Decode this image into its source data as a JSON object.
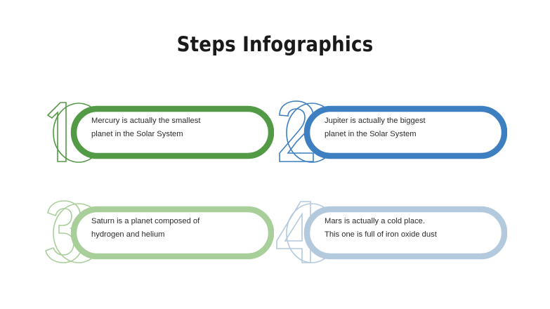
{
  "slide": {
    "title": "Steps Infographics",
    "background_color": "#ffffff",
    "text_color": "#2b2b2b"
  },
  "steps": [
    {
      "number": "1",
      "numeral_glyph": "1",
      "color": "#529a45",
      "line1": "Mercury is actually the smallest",
      "line2": "planet in the Solar System",
      "position": "top-left"
    },
    {
      "number": "2",
      "numeral_glyph": "2",
      "color": "#3d7fc1",
      "line1": "Jupiter is actually the biggest",
      "line2": "planet in the Solar System",
      "position": "top-right"
    },
    {
      "number": "3",
      "numeral_glyph": "3",
      "color": "#a8cf9a",
      "line1": "Saturn is a planet composed of",
      "line2": "hydrogen and helium",
      "position": "bottom-left"
    },
    {
      "number": "4",
      "numeral_glyph": "4",
      "color": "#b3c9de",
      "line1": "Mars is actually a cold place.",
      "line2": "This one is full of iron oxide dust",
      "position": "bottom-right"
    }
  ]
}
